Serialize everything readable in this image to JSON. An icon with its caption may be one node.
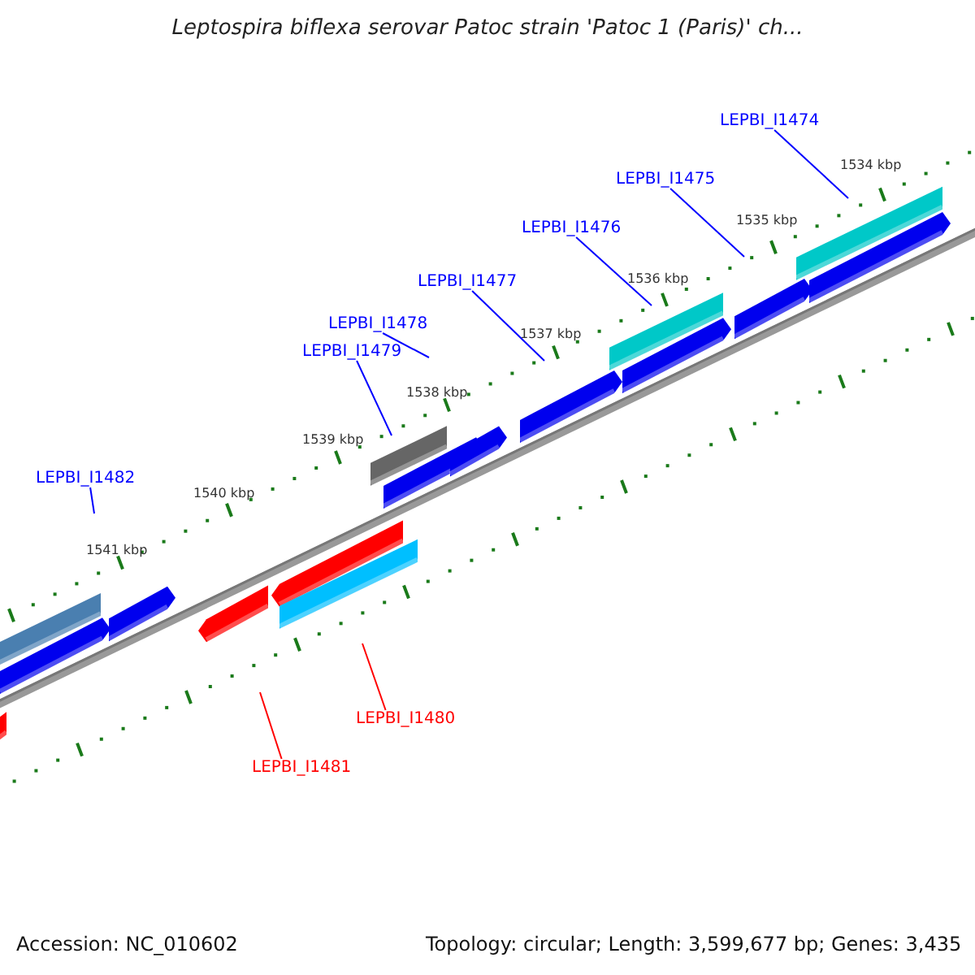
{
  "diagram": {
    "title": "Leptospira biflexa serovar Patoc strain 'Patoc 1 (Paris)' ch...",
    "nodes": [
      {
        "text": [
          "LEPBI_I1474"
        ]
      },
      {
        "text": [
          "LEPBI_I1475"
        ]
      },
      {
        "text": [
          "LEPBI_I1476"
        ]
      },
      {
        "text": [
          "LEPBI_I1477"
        ]
      },
      {
        "text": [
          "LEPBI_I1478"
        ]
      },
      {
        "text": [
          "LEPBI_I1479"
        ]
      },
      {
        "text": [
          "LEPBI_I1482"
        ]
      },
      {
        "text": [
          "LEPBI_I1480"
        ]
      },
      {
        "text": [
          "LEPBI_I1481"
        ]
      }
    ],
    "edges": [
      {
        "from": 0,
        "to": null,
        "arrow": "none"
      },
      {
        "from": 1,
        "to": null,
        "arrow": "none"
      },
      {
        "from": 2,
        "to": null,
        "arrow": "none"
      },
      {
        "from": 3,
        "to": null,
        "arrow": "none"
      },
      {
        "from": 4,
        "to": null,
        "arrow": "none"
      },
      {
        "from": 5,
        "to": null,
        "arrow": "none"
      },
      {
        "from": 6,
        "to": null,
        "arrow": "none"
      },
      {
        "from": 7,
        "to": null,
        "arrow": "none",
        "color": "#ff0000"
      },
      {
        "from": 8,
        "to": null,
        "arrow": "none",
        "color": "#ff0000"
      }
    ],
    "labels": [
      "1534 kbp",
      "1535 kbp",
      "1536 kbp",
      "1537 kbp",
      "1538 kbp",
      "1539 kbp",
      "1540 kbp",
      "1541 kbp",
      "Accession: NC_010602",
      "Topology: circular; Length: 3,599,677 bp; Genes: 3,435"
    ]
  }
}
